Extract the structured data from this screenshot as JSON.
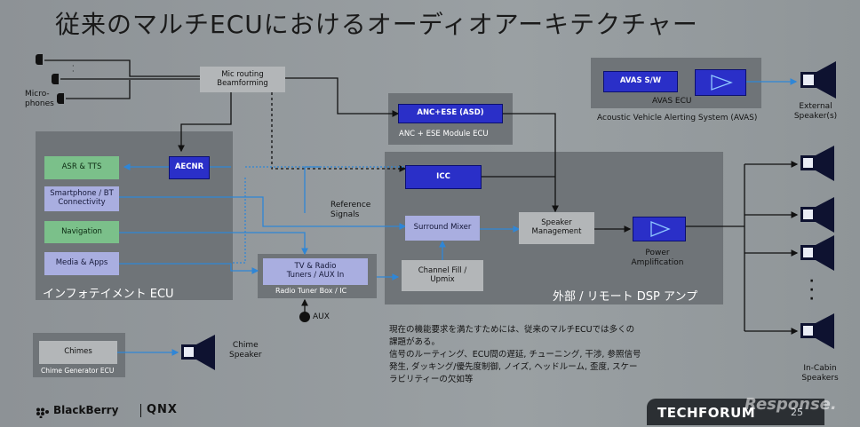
{
  "title": "従来のマルチECUにおけるオーディオアーキテクチャー",
  "mic_label": "Micro-\nphones",
  "mic_routing": "Mic routing\nBeamforming",
  "anc_ese": {
    "box": "ANC+ESE (ASD)",
    "caption": "ANC + ESE Module ECU"
  },
  "avas": {
    "box": "AVAS S/W",
    "ecu": "AVAS ECU",
    "caption": "Acoustic Vehicle Alerting System (AVAS)"
  },
  "external_speaker": "External\nSpeaker(s)",
  "infotainment": {
    "caption": "インフォテイメント ECU",
    "items": [
      "ASR & TTS",
      "Smartphone / BT\nConnectivity",
      "Navigation",
      "Media & Apps"
    ],
    "aecnr": "AECNR"
  },
  "dsp": {
    "caption": "外部 / リモート DSP アンプ",
    "icc": "ICC",
    "surround_mixer": "Surround Mixer",
    "channel_fill": "Channel Fill /\nUpmix",
    "speaker_management": "Speaker\nManagement",
    "power_amplification": "Power\nAmplification"
  },
  "reference_signals": "Reference\nSignals",
  "radio": {
    "box": "TV & Radio\nTuners / AUX In",
    "caption": "Radio Tuner Box / IC"
  },
  "aux": "AUX",
  "chimes": {
    "box": "Chimes",
    "caption": "Chime Generator ECU"
  },
  "chime_speaker": "Chime\nSpeaker",
  "in_cabin_speakers": "In-Cabin\nSpeakers",
  "body_text": [
    "現在の機能要求を満たすためには、従来のマルチECUでは多くの",
    "課題がある。",
    "信号のルーティング、ECU間の遅延, チューニング, 干渉, 参照信号",
    "発生, ダッキング/優先度制御, ノイズ, ヘッドルーム, 歪度, スケー",
    "ラビリティーの欠如等"
  ],
  "footer": {
    "blackberry": "BlackBerry",
    "qnx": "QNX",
    "techforum": "TECHFORUM",
    "page": "25",
    "watermark": "Response."
  },
  "colors": {
    "accent_blue": "#2a2fc8",
    "panel": "#6f7478",
    "line_blue": "#2f86d6",
    "green": "#7bc08a",
    "lavender": "#a9aee0"
  }
}
